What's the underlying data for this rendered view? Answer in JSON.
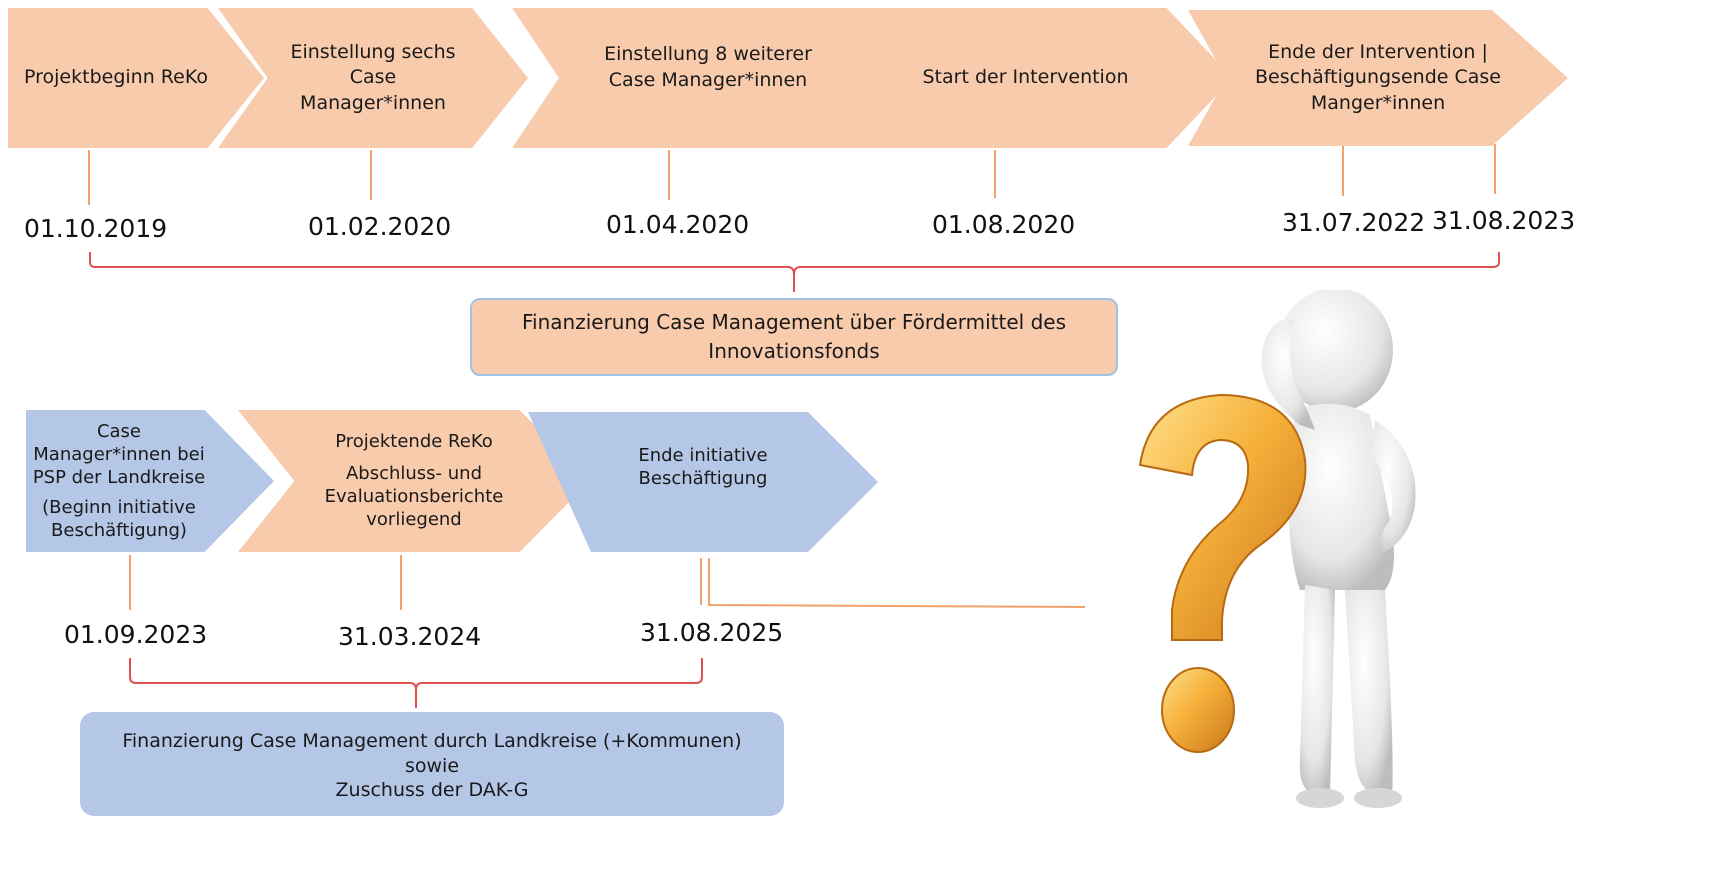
{
  "timeline_top": {
    "steps": [
      {
        "lines": [
          "Projektbeginn ReKo"
        ],
        "date": "01.10.2019"
      },
      {
        "lines": [
          "Einstellung sechs",
          "Case",
          "Manager*innen"
        ],
        "date": "01.02.2020"
      },
      {
        "lines": [
          "Einstellung 8 weiterer",
          "Case Manager*innen"
        ],
        "date": "01.04.2020"
      },
      {
        "lines": [
          "Start der Intervention"
        ],
        "date": "01.08.2020"
      },
      {
        "lines": [
          "Ende der Intervention |",
          "Beschäftigungsende Case",
          "Manger*innen"
        ],
        "date": "31.07.2022",
        "date2": "31.08.2023"
      }
    ],
    "funding_lines": [
      "Finanzierung Case Management über Fördermittel des",
      "Innovationsfonds"
    ]
  },
  "timeline_bottom": {
    "steps": [
      {
        "lines": [
          "Case",
          "Manager*innen bei",
          "PSP der Landkreise",
          "(Beginn initiative",
          "Beschäftigung)"
        ],
        "date": "01.09.2023"
      },
      {
        "lines": [
          "Projektende ReKo",
          "Abschluss- und",
          "Evaluationsberichte",
          "vorliegend"
        ],
        "date": "31.03.2024"
      },
      {
        "lines": [
          "Ende initiative",
          "Beschäftigung"
        ],
        "date": "31.08.2025"
      }
    ],
    "funding_lines": [
      "Finanzierung Case Management durch Landkreise (+Kommunen)",
      "sowie",
      "Zuschuss der DAK-G"
    ]
  },
  "colors": {
    "peach": "#f8cbad",
    "blue": "#b4c7e7",
    "connector": "#f4a26b",
    "brace": "#e05050",
    "question_mark": "#f0a020"
  },
  "illustration": {
    "icon": "thinking-figure-with-question-mark-icon"
  }
}
